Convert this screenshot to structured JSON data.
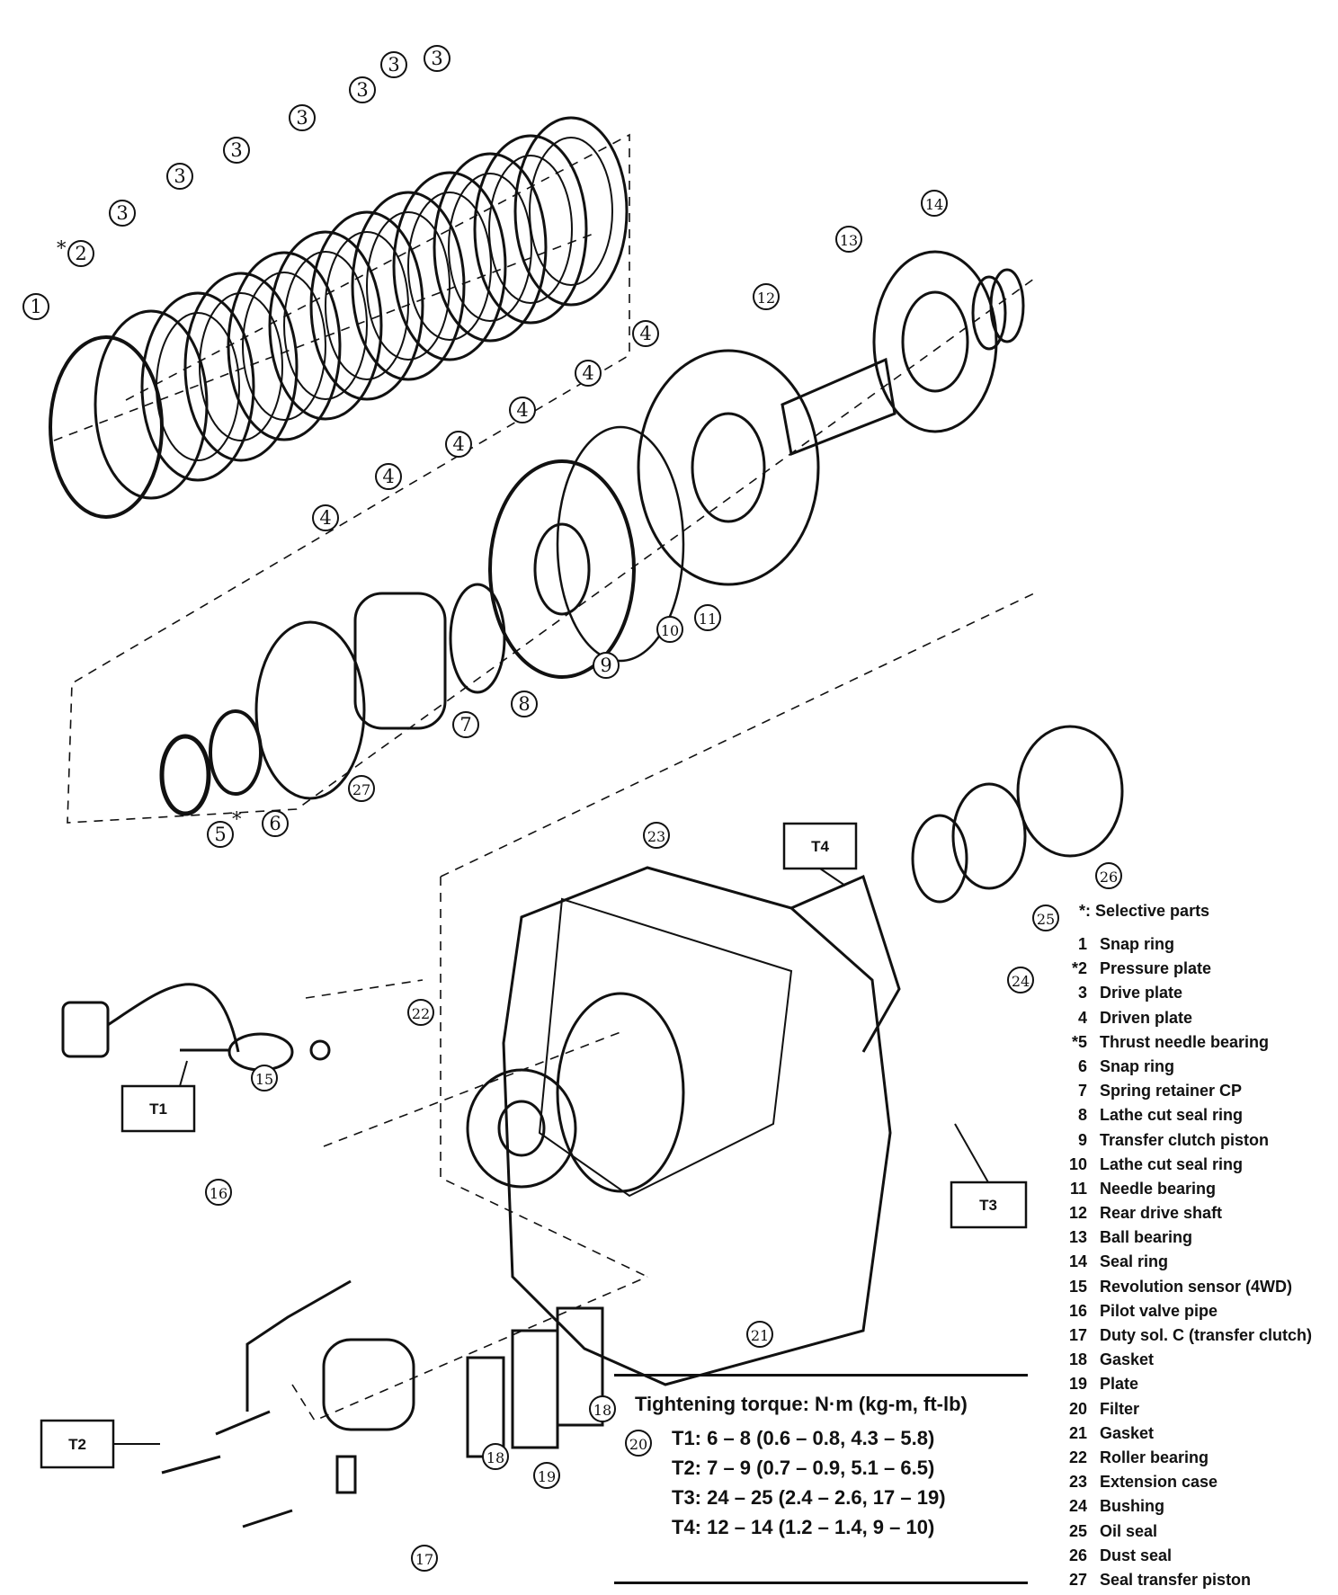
{
  "legend": {
    "note": "*: Selective parts",
    "items": [
      {
        "num": "1",
        "name": "Snap ring"
      },
      {
        "num": "*2",
        "name": "Pressure plate"
      },
      {
        "num": "3",
        "name": "Drive plate"
      },
      {
        "num": "4",
        "name": "Driven plate"
      },
      {
        "num": "*5",
        "name": "Thrust needle bearing"
      },
      {
        "num": "6",
        "name": "Snap ring"
      },
      {
        "num": "7",
        "name": "Spring retainer CP"
      },
      {
        "num": "8",
        "name": "Lathe cut seal ring"
      },
      {
        "num": "9",
        "name": "Transfer clutch piston"
      },
      {
        "num": "10",
        "name": "Lathe cut seal ring"
      },
      {
        "num": "11",
        "name": "Needle bearing"
      },
      {
        "num": "12",
        "name": "Rear drive shaft"
      },
      {
        "num": "13",
        "name": "Ball bearing"
      },
      {
        "num": "14",
        "name": "Seal ring"
      },
      {
        "num": "15",
        "name": "Revolution sensor (4WD)"
      },
      {
        "num": "16",
        "name": "Pilot valve pipe"
      },
      {
        "num": "17",
        "name": "Duty sol. C (transfer clutch)"
      },
      {
        "num": "18",
        "name": "Gasket"
      },
      {
        "num": "19",
        "name": "Plate"
      },
      {
        "num": "20",
        "name": "Filter"
      },
      {
        "num": "21",
        "name": "Gasket"
      },
      {
        "num": "22",
        "name": "Roller bearing"
      },
      {
        "num": "23",
        "name": "Extension case"
      },
      {
        "num": "24",
        "name": "Bushing"
      },
      {
        "num": "25",
        "name": "Oil seal"
      },
      {
        "num": "26",
        "name": "Dust seal"
      },
      {
        "num": "27",
        "name": "Seal transfer piston"
      }
    ]
  },
  "torque": {
    "title": "Tightening torque:  N·m (kg-m, ft-lb)",
    "rows": [
      "T1:  6 – 8 (0.6 – 0.8, 4.3 – 5.8)",
      "T2:  7 – 9 (0.7 – 0.9, 5.1 – 6.5)",
      "T3:  24 – 25 (2.4 – 2.6, 17 – 19)",
      "T4:  12 – 14 (1.2 – 1.4, 9 – 10)"
    ]
  },
  "torque_labels": {
    "t1": "T1",
    "t2": "T2",
    "t3": "T3",
    "t4": "T4"
  },
  "callouts": [
    "1",
    "2",
    "3",
    "4",
    "5",
    "6",
    "7",
    "8",
    "9",
    "10",
    "11",
    "12",
    "13",
    "14",
    "15",
    "16",
    "17",
    "18",
    "19",
    "20",
    "21",
    "22",
    "23",
    "24",
    "25",
    "26",
    "27"
  ],
  "star_mark": "*"
}
